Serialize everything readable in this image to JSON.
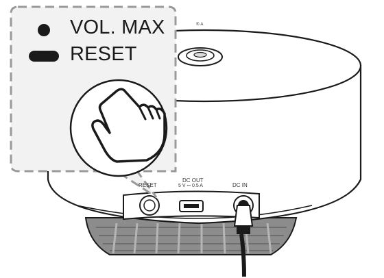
{
  "legend": {
    "vol_max": "VOL. MAX",
    "reset": "RESET"
  },
  "ports": {
    "reset": "RESET",
    "dc_out": "DC OUT",
    "dc_out_rating": "5 V ⎓ 0.5 A",
    "dc_in": "DC IN"
  },
  "top_mark": "®·A",
  "icons": [
    "dot-icon",
    "pill-icon",
    "hand-press-icon"
  ],
  "colors": {
    "line": "#1a1a1a",
    "dashed_border": "#9a9a9a",
    "callout_fill": "#f2f2f2",
    "grille": "#8c8c8c"
  }
}
